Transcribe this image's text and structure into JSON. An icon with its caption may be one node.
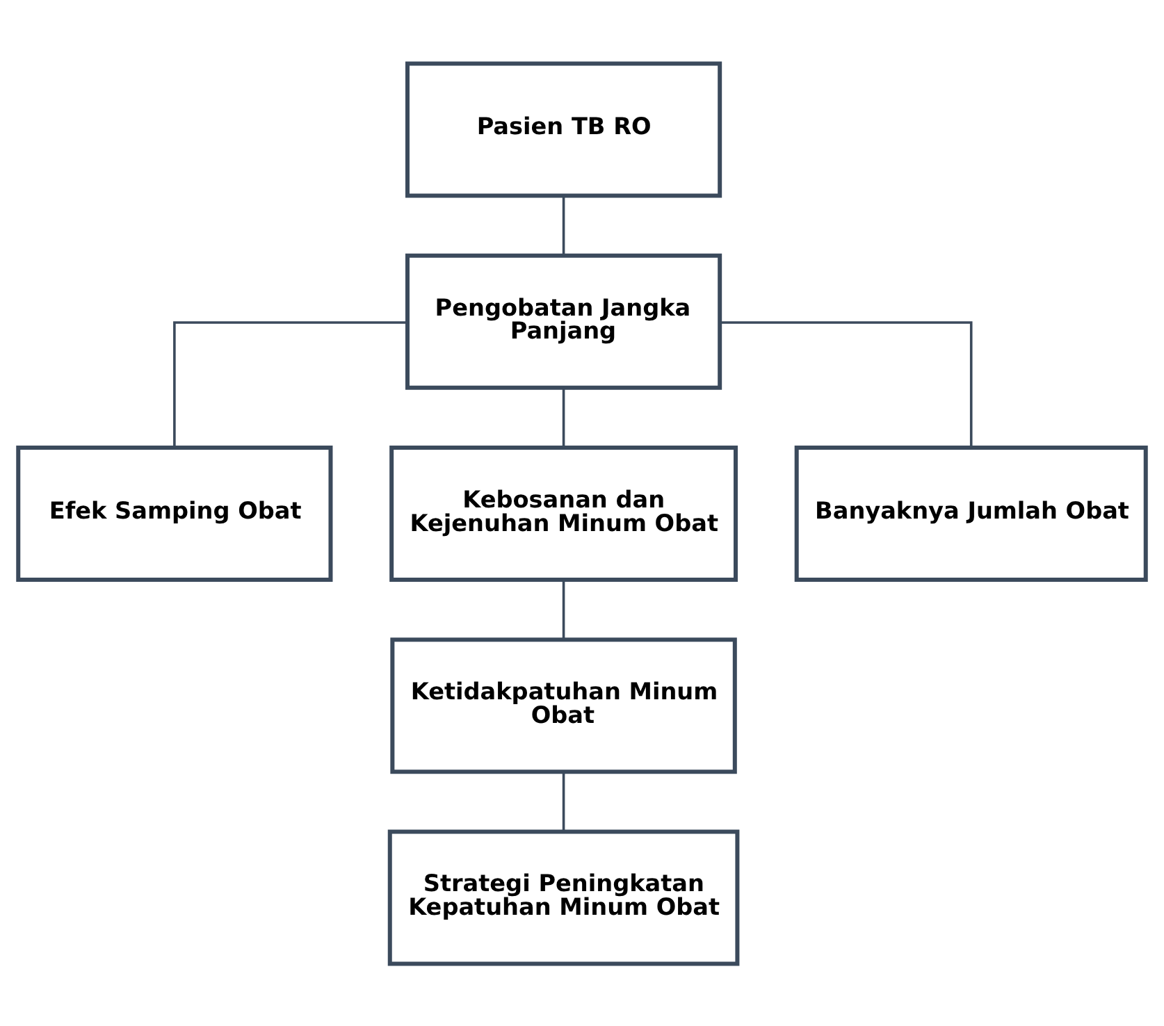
{
  "diagram": {
    "nodes": [
      {
        "text": [
          "Pasien TB RO"
        ]
      },
      {
        "text": [
          "Pengobatan Jangka Panjang"
        ]
      },
      {
        "text": [
          "Efek Samping Obat"
        ]
      },
      {
        "text": [
          "Kebosanan dan Kejenuhan Minum Obat"
        ]
      },
      {
        "text": [
          "Banyaknya Jumlah Obat"
        ]
      },
      {
        "text": [
          "Ketidakpatuhan Minum Obat"
        ]
      },
      {
        "text": [
          "Strategi Peningkatan Kepatuhan Minum Obat"
        ]
      }
    ],
    "edges": [
      {
        "from": 0,
        "to": 1,
        "arrow": "none"
      },
      {
        "from": 1,
        "to": 2,
        "arrow": "none"
      },
      {
        "from": 1,
        "to": 3,
        "arrow": "none"
      },
      {
        "from": 1,
        "to": 4,
        "arrow": "none"
      },
      {
        "from": 3,
        "to": 5,
        "arrow": "none"
      },
      {
        "from": 5,
        "to": 6,
        "arrow": "none"
      }
    ]
  }
}
